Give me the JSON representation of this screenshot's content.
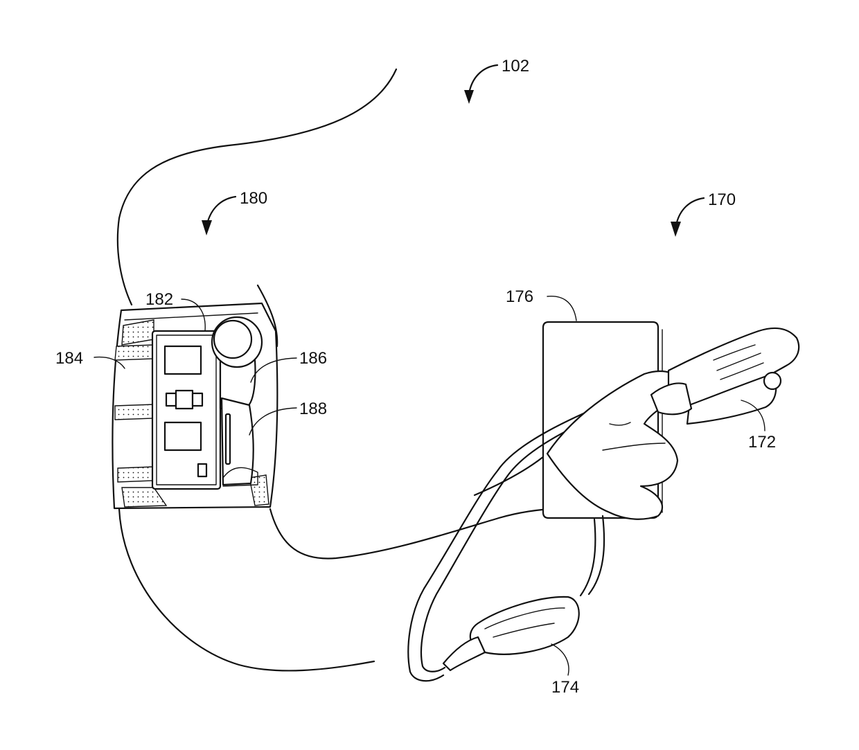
{
  "labels": {
    "l102": "102",
    "l180": "180",
    "l170": "170",
    "l176": "176",
    "l182": "182",
    "l184": "184",
    "l186": "186",
    "l188": "188",
    "l172": "172",
    "l174": "174"
  },
  "colors": {
    "line": "#111111",
    "background": "#ffffff"
  }
}
